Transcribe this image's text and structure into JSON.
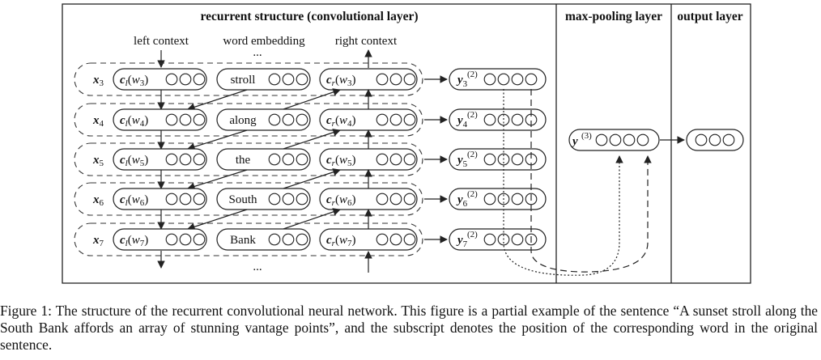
{
  "headers": {
    "recurrent": "recurrent structure (convolutional layer)",
    "maxpool": "max-pooling layer",
    "output": "output layer"
  },
  "columns": {
    "left": "left context",
    "middle": "word embedding",
    "right": "right context",
    "ellipsis": "..."
  },
  "rows": [
    {
      "x": "3",
      "word": "stroll",
      "y": "3"
    },
    {
      "x": "4",
      "word": "along",
      "y": "4"
    },
    {
      "x": "5",
      "word": "the",
      "y": "5"
    },
    {
      "x": "6",
      "word": "South",
      "y": "6"
    },
    {
      "x": "7",
      "word": "Bank",
      "y": "7"
    }
  ],
  "symbols": {
    "x": "x",
    "cl": "c",
    "cl_sub": "l",
    "cr_sub": "r",
    "w": "w",
    "y": "y",
    "sup2": "(2)",
    "sup3": "(3)"
  },
  "caption": "Figure 1: The structure of the recurrent convolutional neural network. This figure is a partial example of the sentence “A sunset stroll along the South Bank affords an array of stunning vantage points”, and the subscript denotes the position of the corresponding word in the original sentence."
}
